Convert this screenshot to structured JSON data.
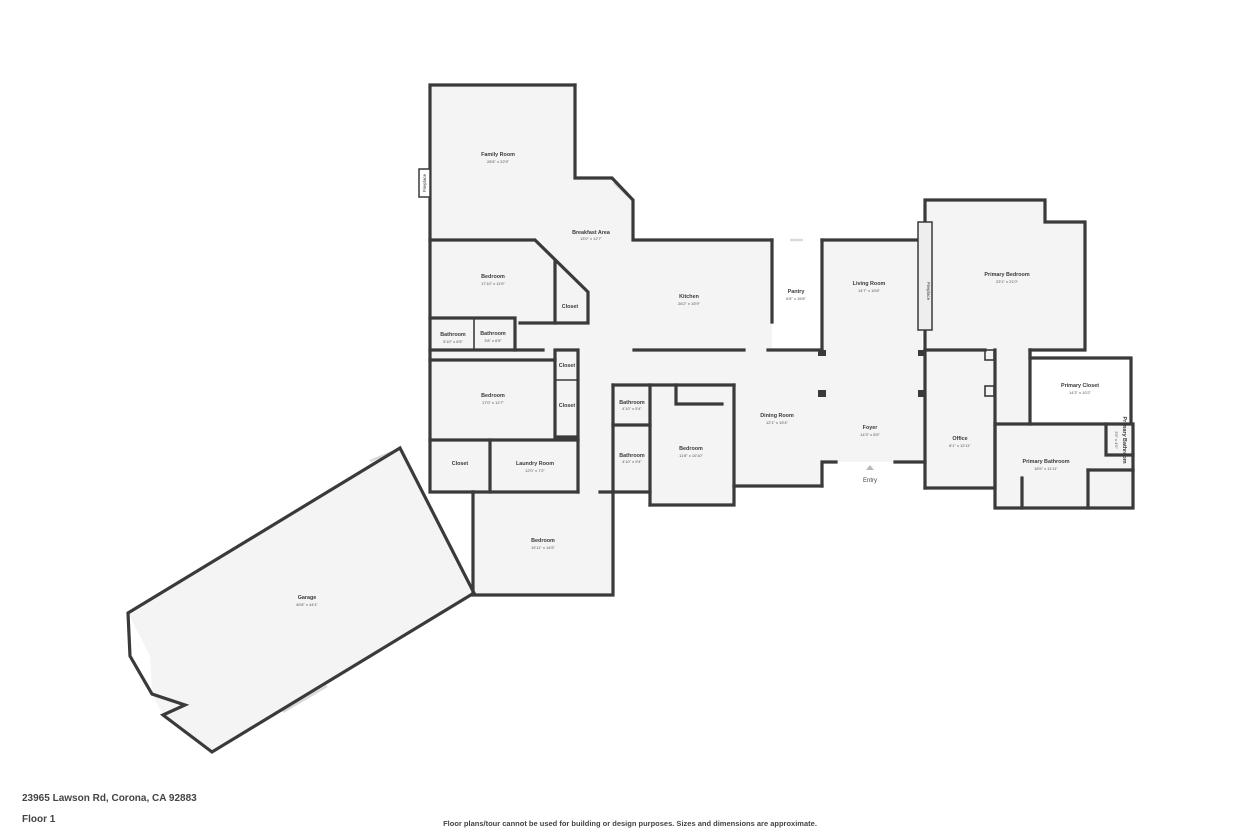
{
  "plan": {
    "rooms": [
      {
        "id": "family-room",
        "name": "Family Room",
        "dims": "28'8\" x 22'9\""
      },
      {
        "id": "breakfast-area",
        "name": "Breakfast Area",
        "dims": "13'0\" x 12'7\""
      },
      {
        "id": "bedroom-1",
        "name": "Bedroom",
        "dims": "17'10\" x 11'5\""
      },
      {
        "id": "closet-1",
        "name": "Closet",
        "dims": ""
      },
      {
        "id": "bathroom-1",
        "name": "Bathroom",
        "dims": "5'10\" x 6'5\""
      },
      {
        "id": "bathroom-2",
        "name": "Bathroom",
        "dims": "3'8\" x 6'5\""
      },
      {
        "id": "closet-2",
        "name": "Closet",
        "dims": ""
      },
      {
        "id": "closet-3",
        "name": "Closet",
        "dims": ""
      },
      {
        "id": "bedroom-2",
        "name": "Bedroom",
        "dims": "17'0\" x 12'7\""
      },
      {
        "id": "closet-4",
        "name": "Closet",
        "dims": ""
      },
      {
        "id": "laundry-room",
        "name": "Laundry Room",
        "dims": "12'0\" x 7'2\""
      },
      {
        "id": "kitchen",
        "name": "Kitchen",
        "dims": "26'2\" x 15'9\""
      },
      {
        "id": "pantry",
        "name": "Pantry",
        "dims": "6'8\" x 15'8\""
      },
      {
        "id": "living-room",
        "name": "Living Room",
        "dims": "14'7\" x 15'8\""
      },
      {
        "id": "primary-bedroom",
        "name": "Primary Bedroom",
        "dims": "23'1\" x 21'0\""
      },
      {
        "id": "bathroom-3",
        "name": "Bathroom",
        "dims": "4'10\" x 5'4\""
      },
      {
        "id": "bathroom-4",
        "name": "Bathroom",
        "dims": "4'10\" x 9'4\""
      },
      {
        "id": "bedroom-3",
        "name": "Bedroom",
        "dims": "11'8\" x 10'10\""
      },
      {
        "id": "dining-room",
        "name": "Dining Room",
        "dims": "12'1\" x 15'4\""
      },
      {
        "id": "foyer",
        "name": "Foyer",
        "dims": "14'3\" x 8'5\""
      },
      {
        "id": "office",
        "name": "Office",
        "dims": "8'1\" x 12'11\""
      },
      {
        "id": "primary-closet",
        "name": "Primary Closet",
        "dims": "14'3\" x 10'2\""
      },
      {
        "id": "primary-bathroom",
        "name": "Primary Bathroom",
        "dims": "18'5\" x 11'11\""
      },
      {
        "id": "primary-bathroom-small",
        "name": "Primary Bathroom",
        "dims": "3'5\" x 4'0\""
      },
      {
        "id": "bedroom-4",
        "name": "Bedroom",
        "dims": "19'11\" x 14'5\""
      },
      {
        "id": "garage",
        "name": "Garage",
        "dims": "49'8\" x 44'1\""
      }
    ],
    "fireplace_left": "Fireplace",
    "fireplace_right": "Fireplace",
    "entry_label": "Entry"
  },
  "footer": {
    "address": "23965 Lawson Rd, Corona, CA 92883",
    "floor": "Floor 1",
    "disclaimer": "Floor plans/tour cannot be used for building or design purposes. Sizes and dimensions are approximate."
  }
}
